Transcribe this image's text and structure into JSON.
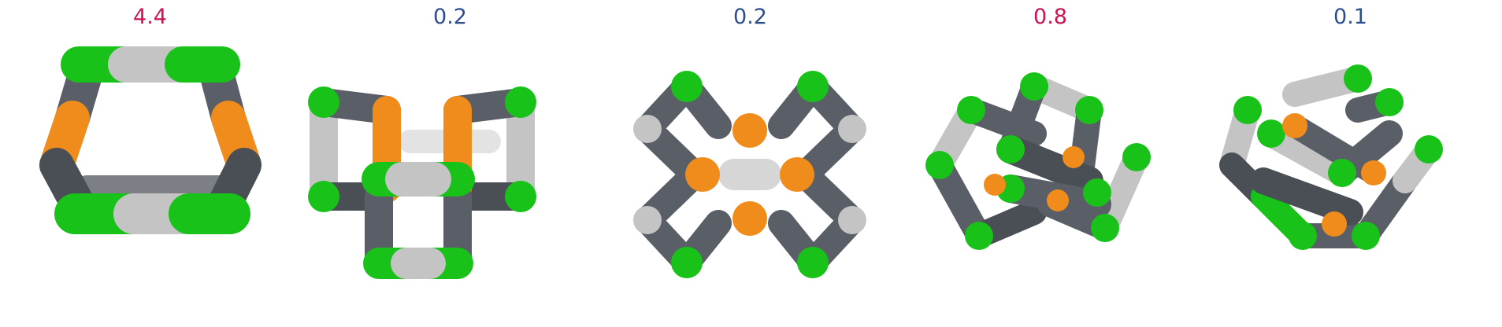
{
  "panels": [
    {
      "label": "4.4",
      "label_color": "#cc1155",
      "structure": "hexagonal-ring-icon"
    },
    {
      "label": "0.2",
      "label_color": "#2c4e8c",
      "structure": "folded-cage-icon"
    },
    {
      "label": "0.2",
      "label_color": "#2c4e8c",
      "structure": "cross-cage-icon"
    },
    {
      "label": "0.8",
      "label_color": "#cc1155",
      "structure": "tangled-cage-icon"
    },
    {
      "label": "0.1",
      "label_color": "#2c4e8c",
      "structure": "compact-cage-icon"
    }
  ],
  "colors": {
    "green": "#19c219",
    "dark_gray": "#5a5e66",
    "light_gray": "#c4c4c4",
    "orange": "#f08c1c",
    "red_label": "#cc1155",
    "blue_label": "#2c4e8c"
  }
}
